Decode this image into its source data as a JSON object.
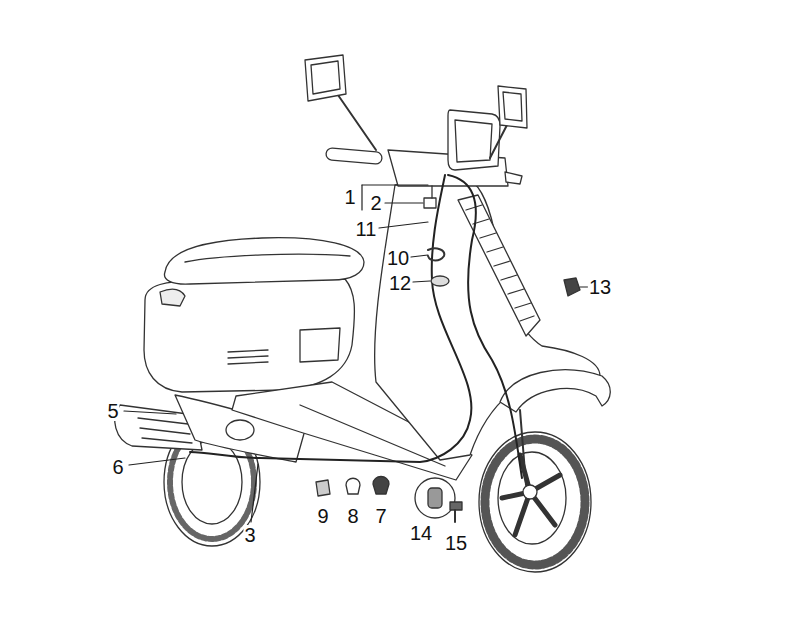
{
  "diagram": {
    "labels": [
      "1",
      "2",
      "11",
      "10",
      "12",
      "13",
      "5",
      "6",
      "3",
      "9",
      "8",
      "7",
      "14",
      "15"
    ]
  }
}
